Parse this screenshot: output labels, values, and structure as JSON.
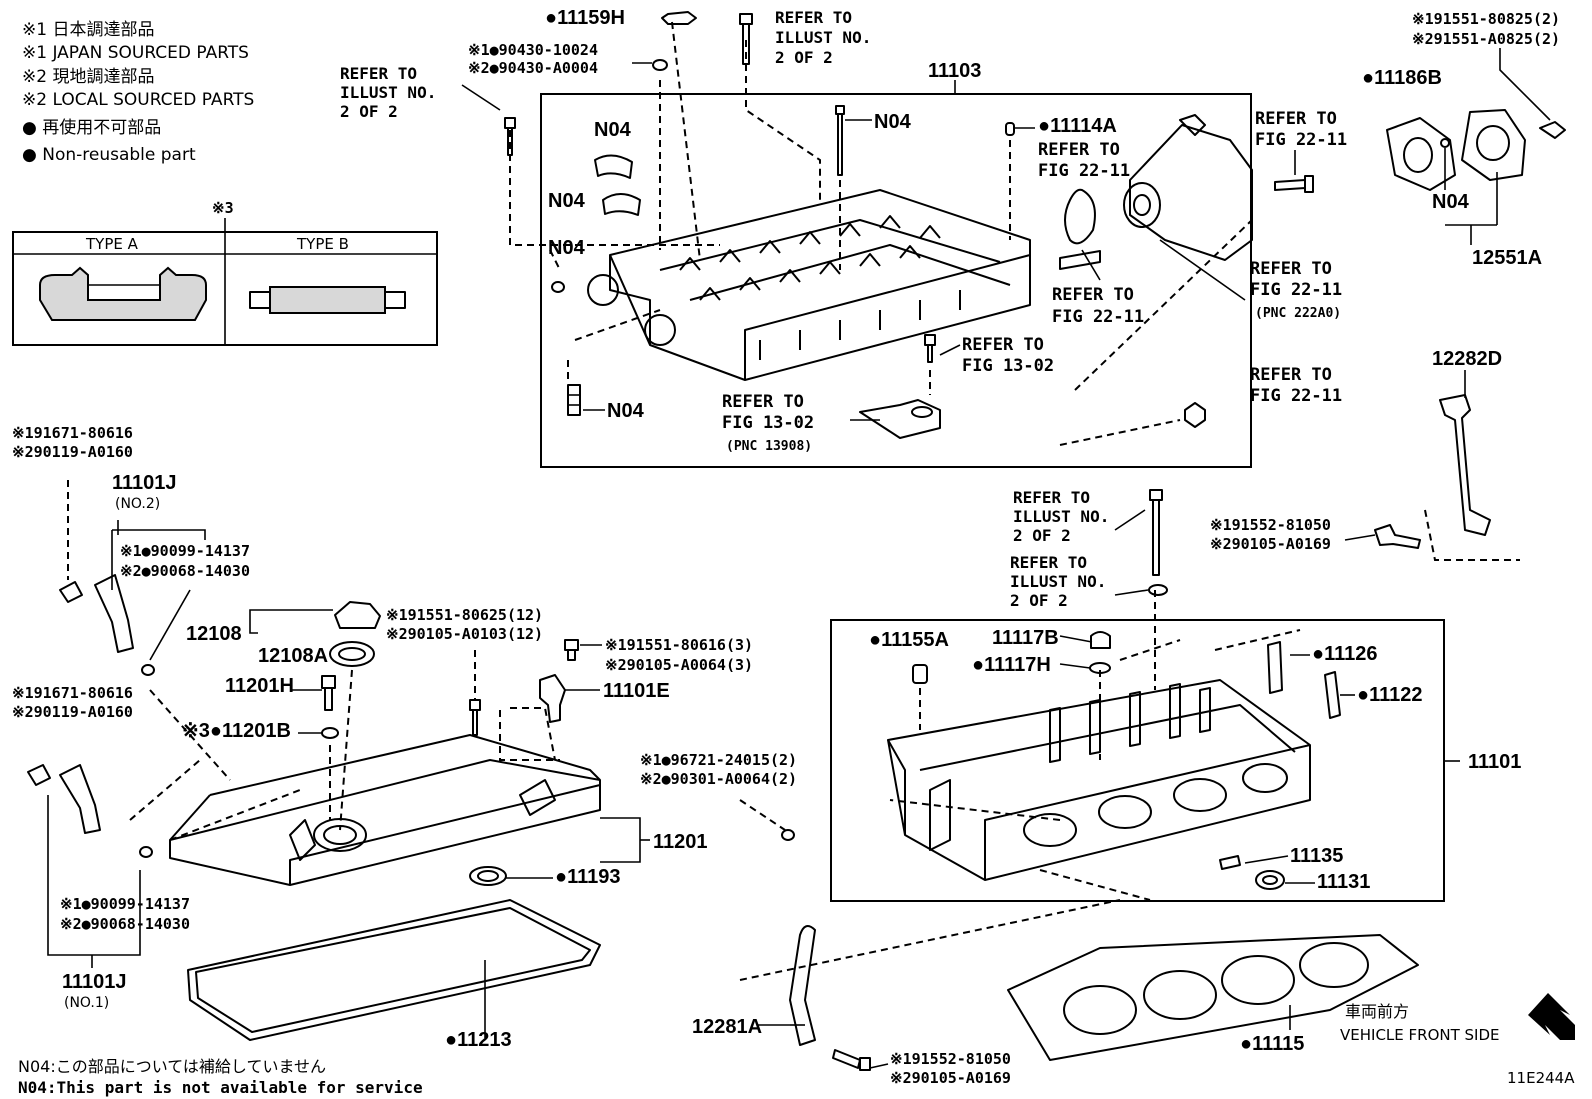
{
  "legend": {
    "l1": "※1 日本調達部品",
    "l2": "※1 JAPAN SOURCED PARTS",
    "l3": "※2 現地調達部品",
    "l4": "※2 LOCAL SOURCED PARTS",
    "l5": "● 再使用不可部品",
    "l6": "● Non-reusable part"
  },
  "type_table": {
    "note": "※3",
    "type_a": "TYPE A",
    "type_b": "TYPE B"
  },
  "labels": {
    "p11159H": "●11159H",
    "ref_top1": "REFER TO",
    "ref_top2": "ILLUST NO.",
    "ref_top3": "2 OF 2",
    "p90430a": "※1●90430-10024",
    "p90430b": "※2●90430-A0004",
    "ref_left1": "REFER TO",
    "ref_left2": "ILLUST NO.",
    "ref_left3": "2 OF 2",
    "p11103": "11103",
    "n04_a": "N04",
    "n04_b": "N04",
    "n04_c": "N04",
    "n04_d": "N04",
    "n04_e": "N04",
    "p11114A": "●11114A",
    "ref_fig1a": "REFER TO",
    "ref_fig1b": "FIG 22-11",
    "ref_fig2a": "REFER TO",
    "ref_fig2b": "FIG 22-11",
    "ref_fig3a": "REFER TO",
    "ref_fig3b": "FIG 22-11",
    "ref_fig4a": "REFER TO",
    "ref_fig4b": "FIG 22-11",
    "ref_fig4c": "(PNC 222A0)",
    "ref_fig5a": "REFER TO",
    "ref_fig5b": "FIG 22-11",
    "ref_fig13a": "REFER TO",
    "ref_fig13b": "FIG 13-02",
    "ref_fig13c": "REFER TO",
    "ref_fig13d": "FIG 13-02",
    "ref_fig13e": "(PNC 13908)",
    "p191551_80825": "※191551-80825(2)",
    "p291551_A0825": "※291551-A0825(2)",
    "p11186B": "●11186B",
    "n04_f": "N04",
    "p12551A": "12551A",
    "p12282D": "12282D",
    "p191671_a": "※191671-80616",
    "p290119_a": "※290119-A0160",
    "p11101J_top": "11101J",
    "p11101J_top_sub": "(NO.2)",
    "p90099_top": "※1●90099-14137",
    "p90068_top": "※2●90068-14030",
    "p12108": "12108",
    "p12108A": "12108A",
    "p191551_80625": "※191551-80625(12)",
    "p290105_A0103": "※290105-A0103(12)",
    "p191551_80616": "※191551-80616(3)",
    "p290105_A0064": "※290105-A0064(3)",
    "p11201H": "11201H",
    "p11101E": "11101E",
    "p191671_b": "※191671-80616",
    "p290119_b": "※290119-A0160",
    "p11201B": "※3●11201B",
    "p96721": "※1●96721-24015(2)",
    "p90301": "※2●90301-A0064(2)",
    "p11201": "11201",
    "p11193": "●11193",
    "p90099_bot": "※1●90099-14137",
    "p90068_bot": "※2●90068-14030",
    "p11101J_bot": "11101J",
    "p11101J_bot_sub": "(NO.1)",
    "p11213": "●11213",
    "ref_r1a": "REFER TO",
    "ref_r1b": "ILLUST NO.",
    "ref_r1c": "2 OF 2",
    "ref_r2a": "REFER TO",
    "ref_r2b": "ILLUST NO.",
    "ref_r2c": "2 OF 2",
    "p191552_81050_top": "※191552-81050",
    "p290105_A0169_top": "※290105-A0169",
    "p11155A": "●11155A",
    "p11117B": "11117B",
    "p11117H": "●11117H",
    "p11126": "●11126",
    "p11122": "●11122",
    "p11101": "11101",
    "p11135": "11135",
    "p11131": "11131",
    "p12281A": "12281A",
    "p191552_81050_bot": "※191552-81050",
    "p290105_A0169_bot": "※290105-A0169",
    "p11115": "●11115",
    "front_jp": "車両前方",
    "front_en": "VEHICLE FRONT SIDE",
    "code": "11E244A"
  },
  "footnotes": {
    "f1": "N04:この部品については補給していません",
    "f2": "N04:This part is not available for service"
  }
}
